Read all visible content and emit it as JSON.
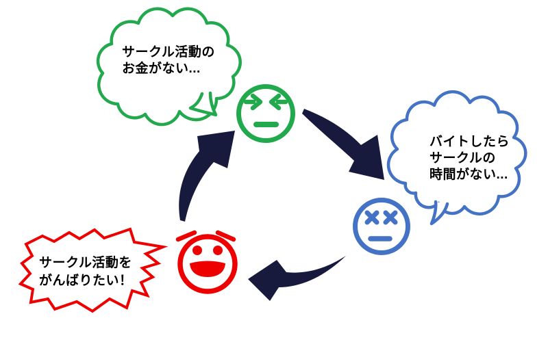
{
  "colors": {
    "green": "#22a94e",
    "blue": "#4472c4",
    "red": "#ee0000",
    "arrow": "#171a3c",
    "text": "#000000",
    "background": "#ffffff"
  },
  "bubbles": {
    "green": {
      "shape": "cloud",
      "lines": [
        "サークル活動の",
        "お金がない..."
      ]
    },
    "blue": {
      "shape": "cloud",
      "lines": [
        "バイトしたら",
        "サークルの",
        "時間がない..."
      ]
    },
    "red": {
      "shape": "jagged-burst",
      "lines": [
        "サークル活動を",
        "がんばりたい！"
      ]
    }
  },
  "faces": {
    "green": {
      "emotion": "frustrated-squeezed-eyes"
    },
    "blue": {
      "emotion": "exhausted-x-eyes"
    },
    "red": {
      "emotion": "determined-grin"
    }
  },
  "arrows": {
    "flow": [
      "green-face to blue-face",
      "blue-face to red-face",
      "red-face to green-face"
    ]
  }
}
